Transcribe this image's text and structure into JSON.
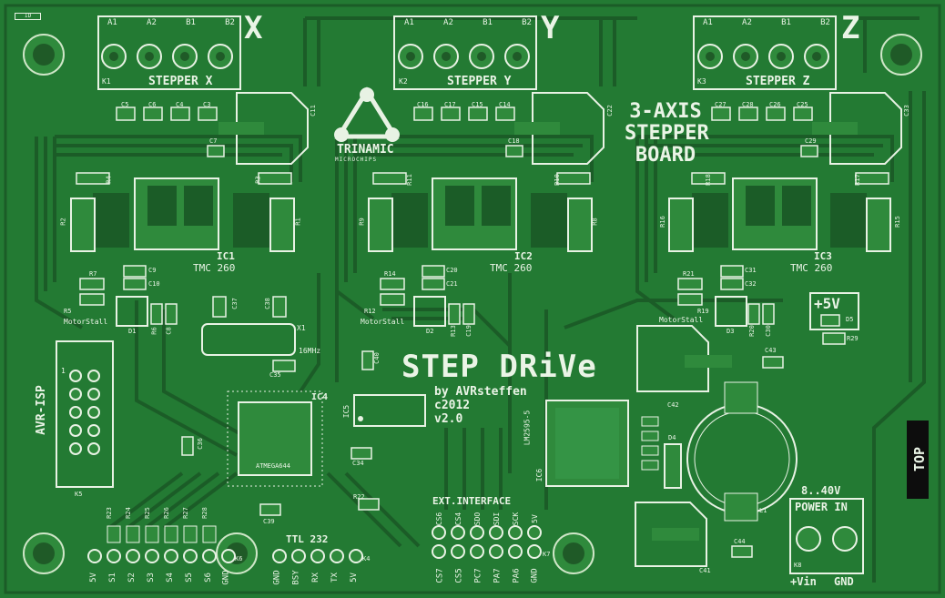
{
  "board": {
    "title": "STEP DRiVe",
    "byline": "by AVRsteffen",
    "copyright": "c2012",
    "version": "v2.0",
    "subtitle_lines": [
      "3-AXIS",
      "STEPPER",
      "BOARD"
    ],
    "logo_word": "TRINAMIC",
    "logo_sub": "MICROCHIPS",
    "top_marker": "TOP",
    "id_label": "ID",
    "colors": {
      "board": "#237a33",
      "trace": "#1b5c27",
      "silk": "#e8f2e4",
      "copper": "#2f8a3c"
    }
  },
  "axes": [
    {
      "axis_letter": "X",
      "connector": "K1",
      "label": "STEPPER X",
      "pins": [
        "A1",
        "A2",
        "B1",
        "B2"
      ],
      "ic": "IC1",
      "driver": "TMC 260",
      "cap_main": "C11",
      "caps": [
        "C5",
        "C6",
        "C4",
        "C3",
        "C7"
      ],
      "res": [
        "R2",
        "R4",
        "R3",
        "R1",
        "R5",
        "R7"
      ],
      "led": "D1",
      "led_label": "MotorStall",
      "led_parts": [
        "R6",
        "C8",
        "C9",
        "C10"
      ]
    },
    {
      "axis_letter": "Y",
      "connector": "K2",
      "label": "STEPPER Y",
      "pins": [
        "A1",
        "A2",
        "B1",
        "B2"
      ],
      "ic": "IC2",
      "driver": "TMC 260",
      "cap_main": "C22",
      "caps": [
        "C16",
        "C17",
        "C15",
        "C14",
        "C18"
      ],
      "res": [
        "R9",
        "R11",
        "R10",
        "R8",
        "R12",
        "R14"
      ],
      "led": "D2",
      "led_label": "MotorStall",
      "led_parts": [
        "R13",
        "C19",
        "C20",
        "C21"
      ]
    },
    {
      "axis_letter": "Z",
      "connector": "K3",
      "label": "STEPPER Z",
      "pins": [
        "A1",
        "A2",
        "B1",
        "B2"
      ],
      "ic": "IC3",
      "driver": "TMC 260",
      "cap_main": "C33",
      "caps": [
        "C27",
        "C28",
        "C26",
        "C25",
        "C29"
      ],
      "res": [
        "R16",
        "R18",
        "R17",
        "R15",
        "R19",
        "R21"
      ],
      "led": "D3",
      "led_label": "MotorStall",
      "led_parts": [
        "R20",
        "C30",
        "C31",
        "C32"
      ]
    }
  ],
  "mcu": {
    "ref": "IC4",
    "part": "ATMEGA644",
    "crystal": "X1",
    "crystal_freq": "16MHz",
    "caps": [
      "C37",
      "C38",
      "C35",
      "C36",
      "C34",
      "C39",
      "C40"
    ],
    "r22": "R22"
  },
  "ic5": {
    "ref": "IC5"
  },
  "regulator": {
    "ref": "IC6",
    "part": "LM2595-5",
    "caps": [
      "C42",
      "C41",
      "C43",
      "C44"
    ],
    "inductor": "L1",
    "diode": "D4"
  },
  "power_led": {
    "label": "+5V",
    "led": "D5",
    "res": "R29"
  },
  "isp": {
    "label": "AVR-ISP",
    "ref": "K5",
    "pin1": "1"
  },
  "servo_header": {
    "ref": "K6",
    "resistors": [
      "R23",
      "R24",
      "R25",
      "R26",
      "R27",
      "R28"
    ],
    "pins": [
      "5V",
      "S1",
      "S2",
      "S3",
      "S4",
      "S5",
      "S6",
      "GND"
    ]
  },
  "ttl": {
    "label": "TTL 232",
    "ref": "K4",
    "pins": [
      "GND",
      "BSY",
      "RX",
      "TX",
      "5V"
    ]
  },
  "ext": {
    "label": "EXT.INTERFACE",
    "ref": "K7",
    "top": [
      "CS6",
      "CS4",
      "SDO",
      "SDI",
      "SCK",
      "5V"
    ],
    "bottom": [
      "CS7",
      "CS5",
      "PC7",
      "PA7",
      "PA6",
      "GND"
    ]
  },
  "power_in": {
    "range": "8..40V",
    "label": "POWER IN",
    "ref": "K8",
    "plus": "+Vin",
    "gnd": "GND"
  }
}
